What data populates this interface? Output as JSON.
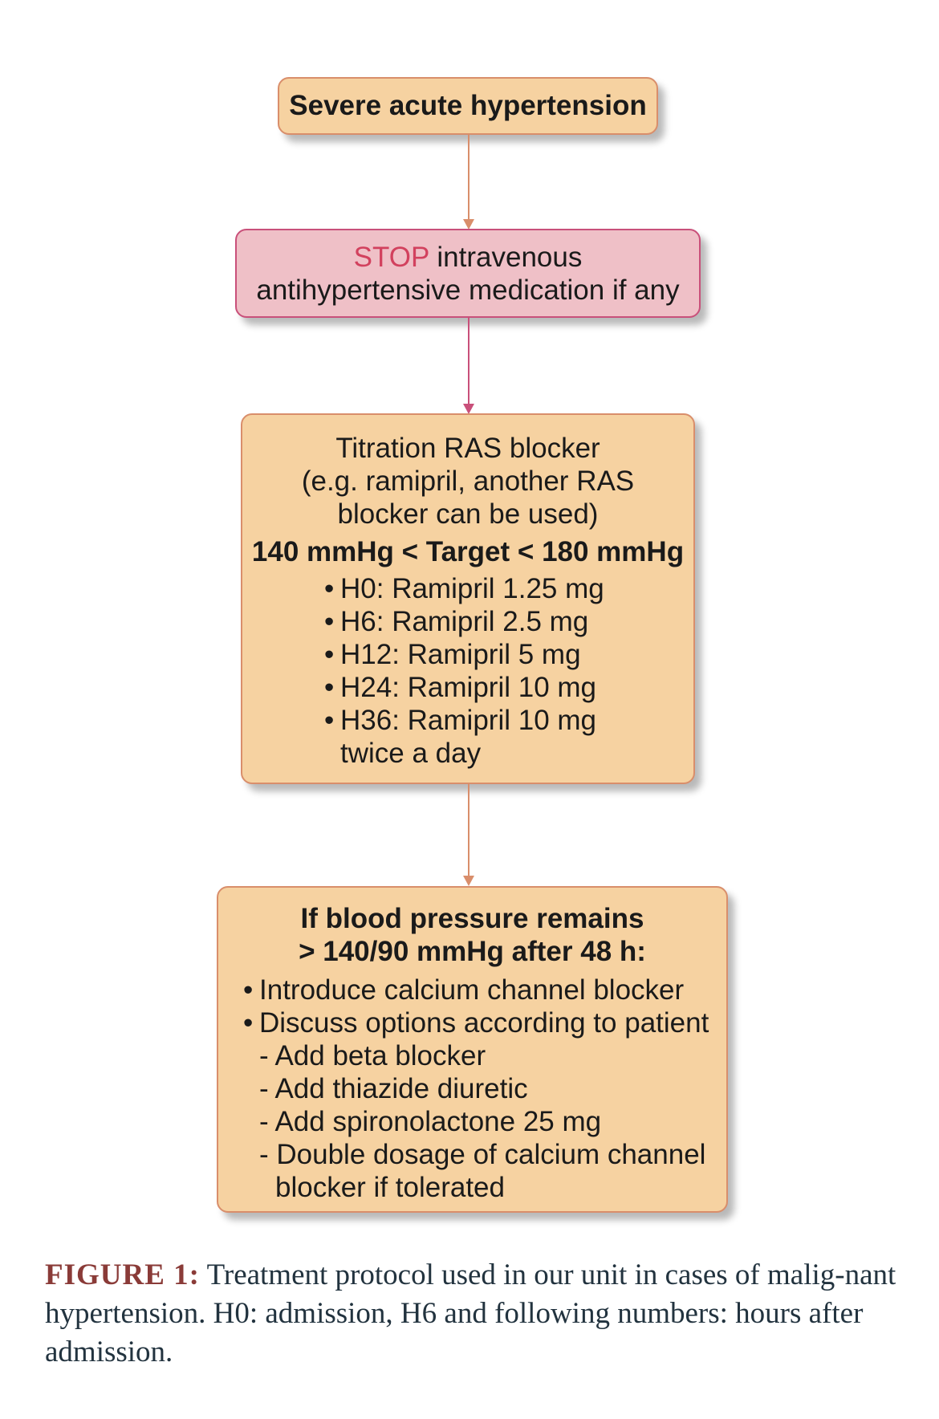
{
  "diagram": {
    "start": "Severe acute hypertension",
    "stop": {
      "emphasis": "STOP",
      "line1_rest": " intravenous",
      "line2": "antihypertensive medication if any"
    },
    "titration": {
      "lines": [
        "Titration RAS blocker",
        "(e.g. ramipril, another RAS",
        "blocker can be used)"
      ],
      "target": "140 mmHg < Target < 180 mmHg",
      "steps": [
        "H0: Ramipril 1.25 mg",
        "H6: Ramipril 2.5 mg",
        "H12: Ramipril 5 mg",
        "H24: Ramipril 10 mg",
        "H36: Ramipril 10 mg"
      ],
      "steps_tail": "twice a day"
    },
    "escalation": {
      "condition_line1": "If blood pressure remains",
      "condition_line2": "> 140/90 mmHg after 48 h:",
      "bullets": [
        "Introduce calcium channel blocker",
        "Discuss options according to patient"
      ],
      "options": [
        "- Add beta blocker",
        "- Add thiazide diuretic",
        "- Add spironolactone 25 mg",
        "- Double dosage of calcium channel"
      ],
      "options_tail": "blocker if tolerated"
    },
    "colors": {
      "orange_fill": "#f6d2a1",
      "orange_border": "#d98e6b",
      "pink_fill": "#efc0c7",
      "pink_border": "#c9507a",
      "stop_text": "#d2415e"
    }
  },
  "caption": {
    "label": "FIGURE 1:",
    "text": " Treatment protocol used in our unit in cases of malig-nant hypertension. H0: admission, H6 and following numbers: hours after admission."
  }
}
